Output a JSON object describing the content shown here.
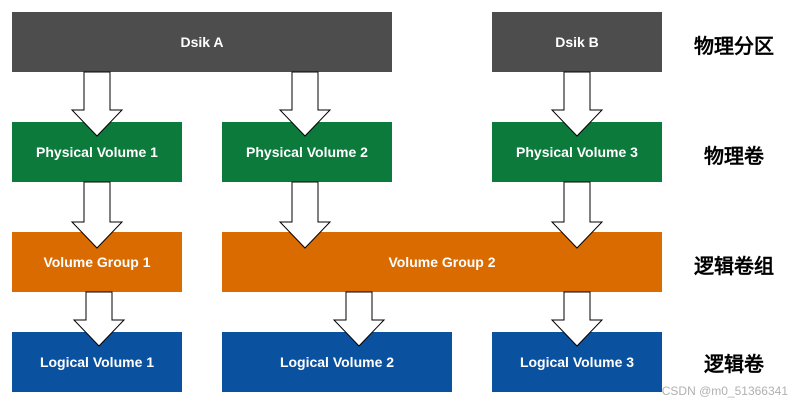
{
  "disks": {
    "a": "Dsik A",
    "b": "Dsik B"
  },
  "physical_volumes": [
    "Physical Volume 1",
    "Physical Volume 2",
    "Physical Volume 3"
  ],
  "volume_groups": [
    "Volume Group 1",
    "Volume Group 2"
  ],
  "logical_volumes": [
    "Logical Volume 1",
    "Logical Volume 2",
    "Logical Volume 3"
  ],
  "row_labels": {
    "disk": "物理分区",
    "pv": "物理卷",
    "vg": "逻辑卷组",
    "lv": "逻辑卷"
  },
  "watermark": "CSDN @m0_51366341",
  "colors": {
    "disk": "#4d4d4d",
    "physical_volume": "#0b7a3b",
    "volume_group": "#d96b00",
    "logical_volume": "#0a52a0"
  }
}
